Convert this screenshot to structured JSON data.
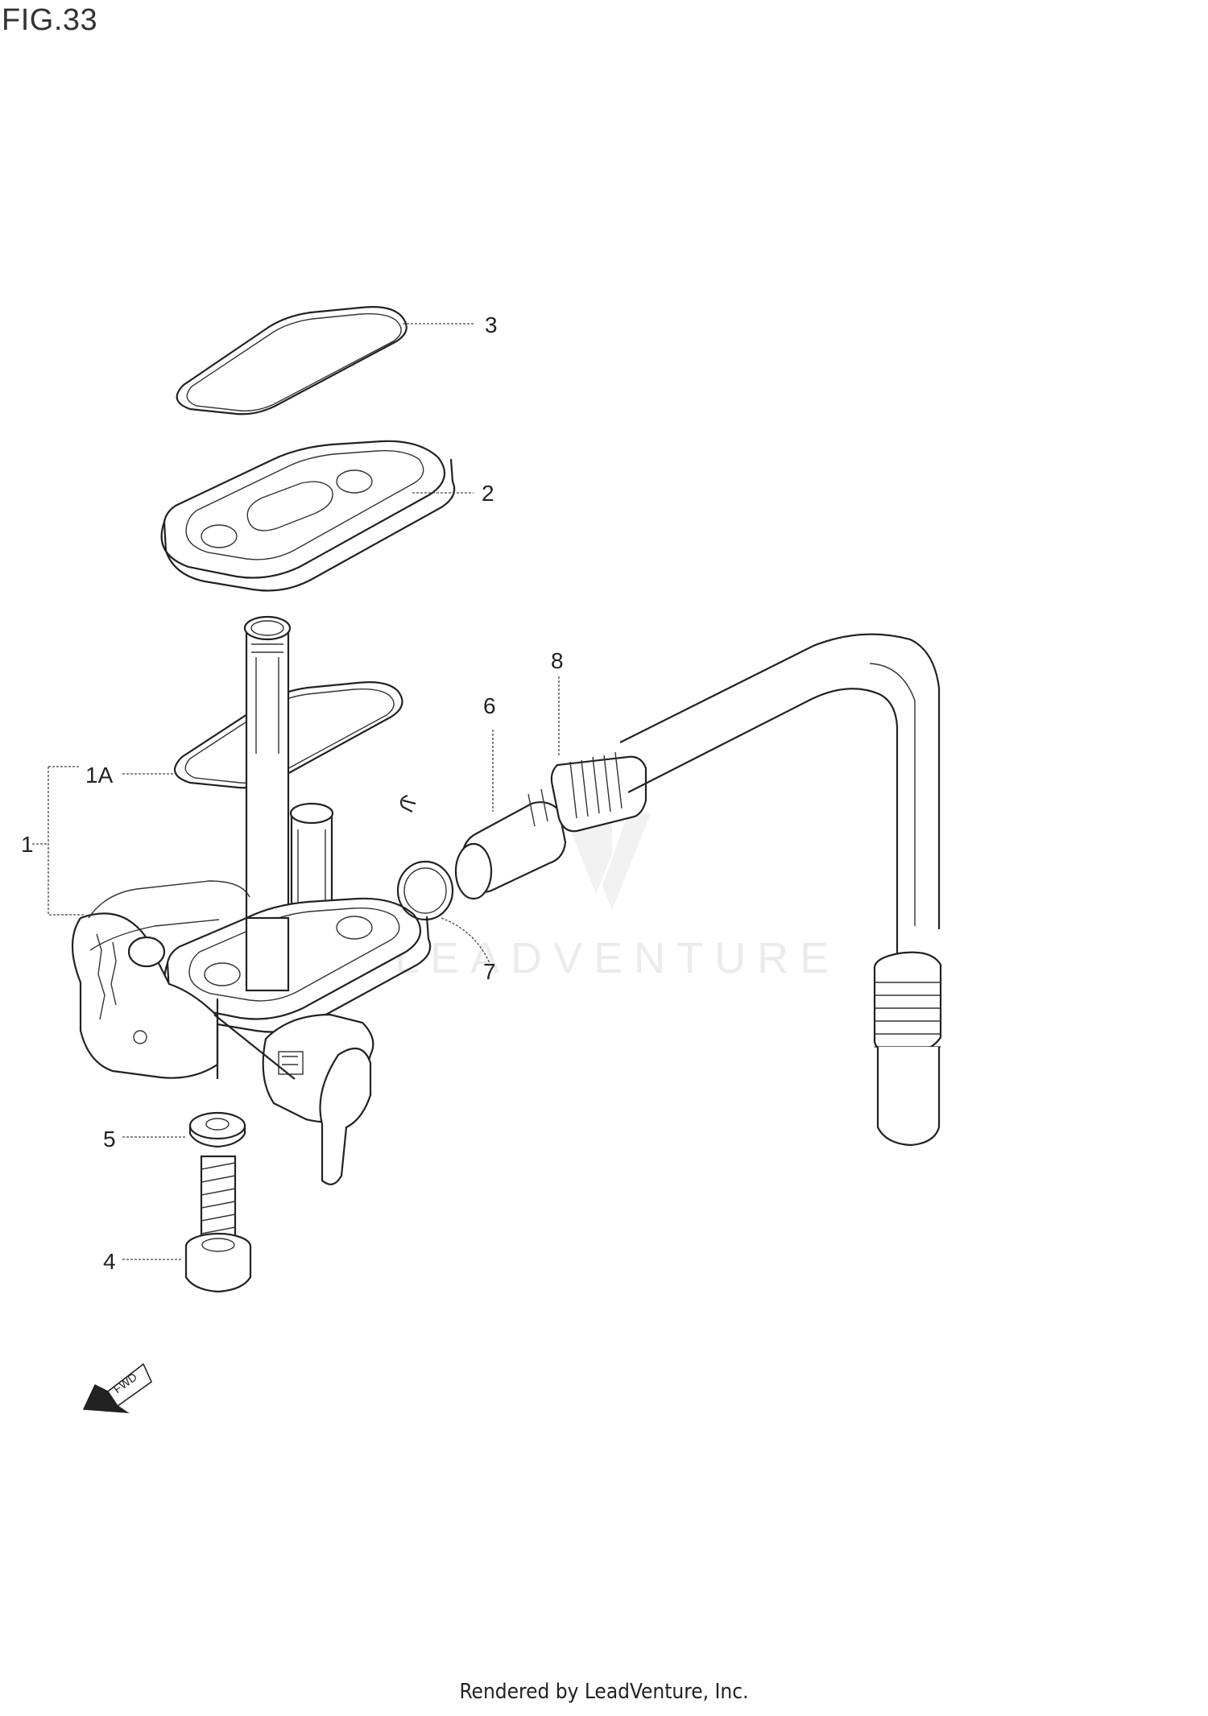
{
  "figure": {
    "title": "FIG.33"
  },
  "callouts": {
    "c1": "1",
    "c1a": "1A",
    "c2": "2",
    "c3": "3",
    "c4": "4",
    "c5": "5",
    "c6": "6",
    "c7": "7",
    "c8": "8"
  },
  "direction_arrow": {
    "label": "FWD",
    "icon": "fwd-arrow-icon"
  },
  "watermark": {
    "text": "LEADVENTURE",
    "logo": "leadventure-logo"
  },
  "footer": {
    "text": "Rendered by LeadVenture, Inc."
  }
}
